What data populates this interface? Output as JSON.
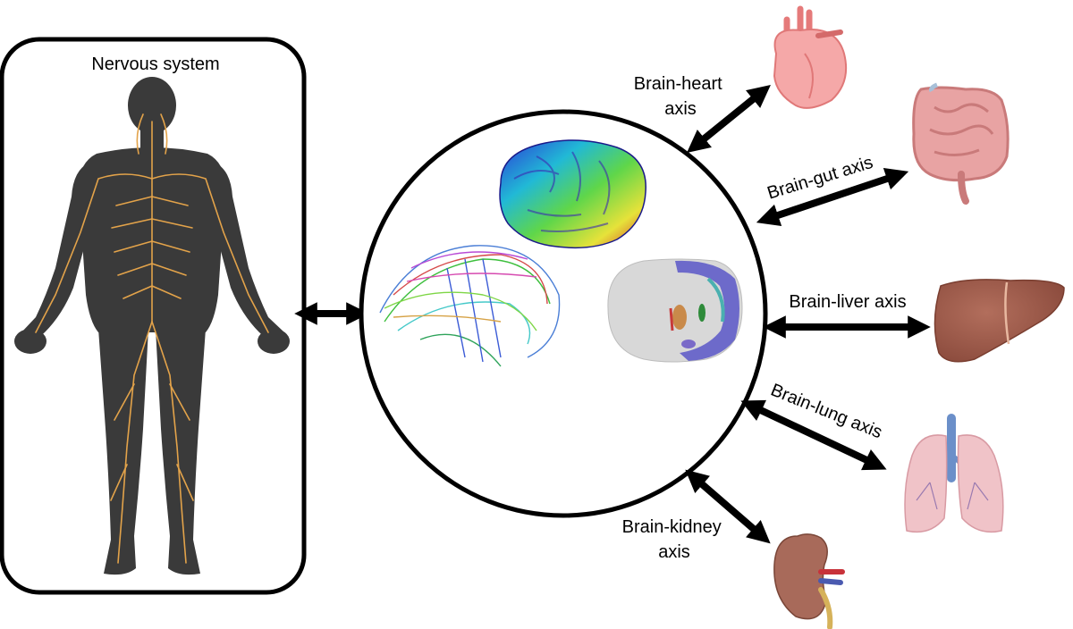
{
  "panel": {
    "title": "Nervous system"
  },
  "axes": [
    {
      "id": "heart",
      "lines": [
        "Brain-heart",
        "axis"
      ]
    },
    {
      "id": "gut",
      "lines": [
        "Brain-gut axis"
      ]
    },
    {
      "id": "liver",
      "lines": [
        "Brain-liver axis"
      ]
    },
    {
      "id": "lung",
      "lines": [
        "Brain-lung axis"
      ]
    },
    {
      "id": "kidney",
      "lines": [
        "Brain-kidney",
        "axis"
      ]
    }
  ],
  "colors": {
    "outline": "#000000",
    "body": "#3a3a3a",
    "nerves": "#e3a34a",
    "heart": "#f29b9b",
    "gut": "#e8a3a3",
    "liver": "#9a5a4a",
    "lung": "#f0c3c8",
    "trachea": "#6b8fc9",
    "kidney": "#a86a5a"
  }
}
